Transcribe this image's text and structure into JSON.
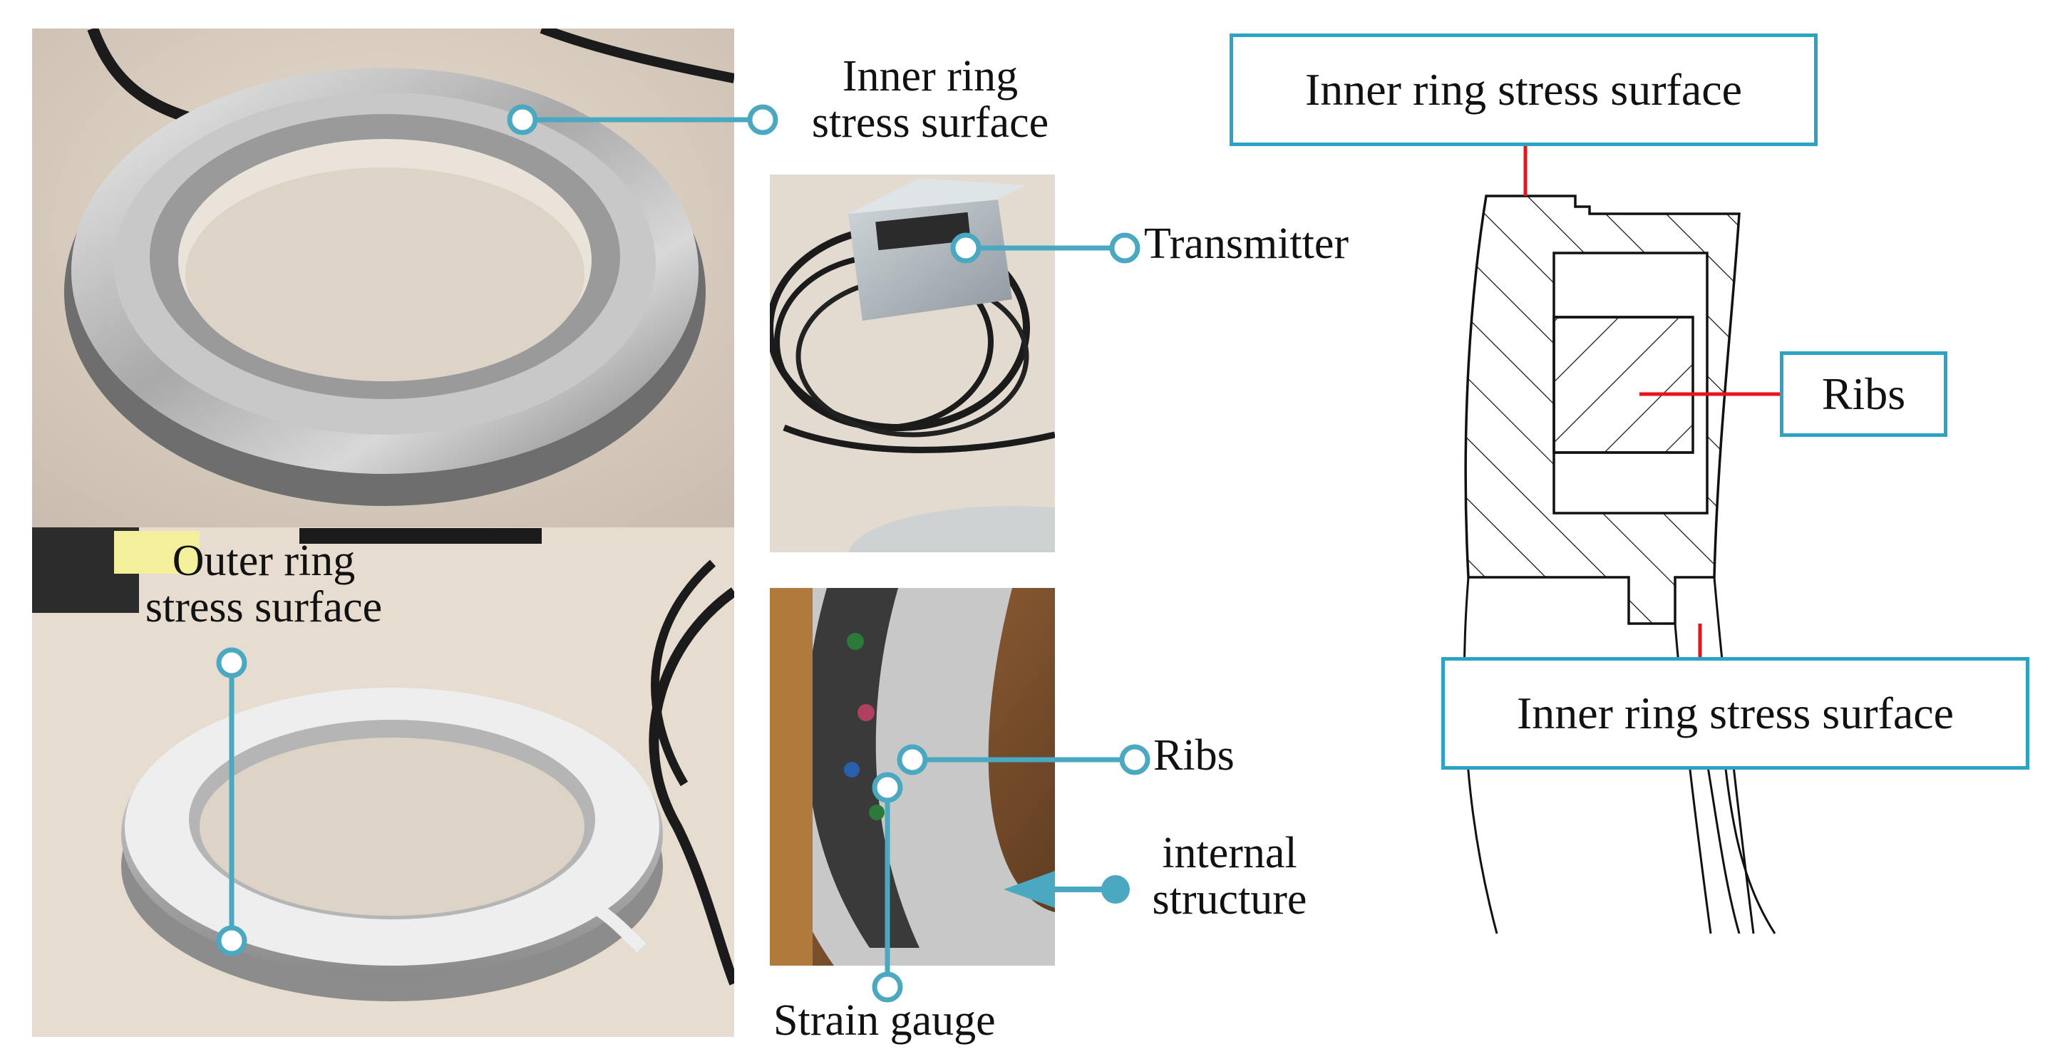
{
  "photos": {
    "inner_ring_label": "Inner ring\nstress surface",
    "outer_ring_label": "Outer ring\nstress surface",
    "transmitter_label": "Transmitter",
    "ribs_label": "Ribs",
    "internal_structure_label": "internal\nstructure",
    "strain_gauge_label": "Strain gauge"
  },
  "section_drawing": {
    "top_box_label": "Inner ring stress surface",
    "ribs_box_label": "Ribs",
    "bottom_box_label": "Inner ring stress surface"
  },
  "colors": {
    "callout": "#4aa8c0",
    "box_border": "#2aa3c4",
    "leader_red": "#e8141c",
    "outline": "#111111"
  }
}
